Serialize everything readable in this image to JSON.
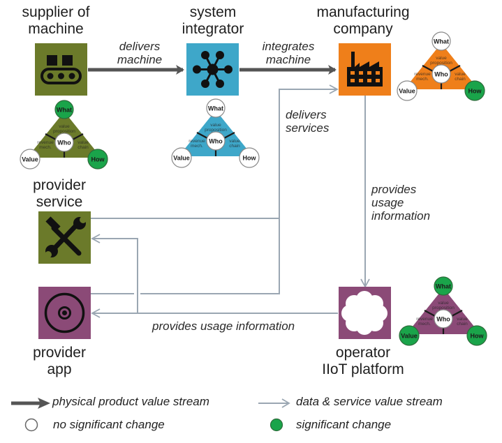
{
  "colors": {
    "supplier": "#6b7a2a",
    "integrator": "#3ea7c9",
    "manufacturer": "#ef7f1a",
    "service": "#6b7a2a",
    "app": "#8b4a77",
    "platform": "#8b4a77",
    "significant": "#1aa44a",
    "physical_arrow": "#555555",
    "data_arrow": "#9aa6b2"
  },
  "actors": {
    "supplier": {
      "title_line1": "supplier  of",
      "title_line2": "machine",
      "icon": "conveyor-icon"
    },
    "integrator": {
      "title_line1": "system",
      "title_line2": "integrator",
      "icon": "network-hub-icon"
    },
    "manufacturer": {
      "title_line1": "manufacturing",
      "title_line2": "company",
      "icon": "factory-icon"
    },
    "service": {
      "title_line1": "provider",
      "title_line2": "service",
      "icon": "tools-icon"
    },
    "app": {
      "title_line1": "provider",
      "title_line2": "app",
      "icon": "target-icon"
    },
    "platform": {
      "title_line1": "operator",
      "title_line2": "IIoT platform",
      "icon": "cloud-icon"
    }
  },
  "flows": {
    "delivers_machine": {
      "line1": "delivers",
      "line2": "machine"
    },
    "integrates_machine": {
      "line1": "integrates",
      "line2": "machine"
    },
    "delivers_services": {
      "line1": "delivers",
      "line2": "services"
    },
    "provides_usage_vertical": {
      "line1": "provides",
      "line2": "usage",
      "line3": "information"
    },
    "provides_usage_horizontal": "provides usage information"
  },
  "triangle_labels": {
    "what": "What",
    "who": "Who",
    "value": "Value",
    "how": "How",
    "value_proposition_1": "value",
    "value_proposition_2": "proposition",
    "revenue_1": "revenue",
    "revenue_2": "mech.",
    "value_chain_1": "value",
    "value_chain_2": "chain"
  },
  "triangles": {
    "supplier": {
      "what": "significant",
      "value": "none",
      "how": "significant"
    },
    "integrator": {
      "what": "none",
      "value": "none",
      "how": "none"
    },
    "manufacturer": {
      "what": "none",
      "value": "none",
      "how": "significant"
    },
    "platform": {
      "what": "significant",
      "value": "significant",
      "how": "significant"
    }
  },
  "legend": {
    "physical": "physical product value stream",
    "data": "data & service value stream",
    "no_change": "no significant change",
    "change": "significant change"
  }
}
